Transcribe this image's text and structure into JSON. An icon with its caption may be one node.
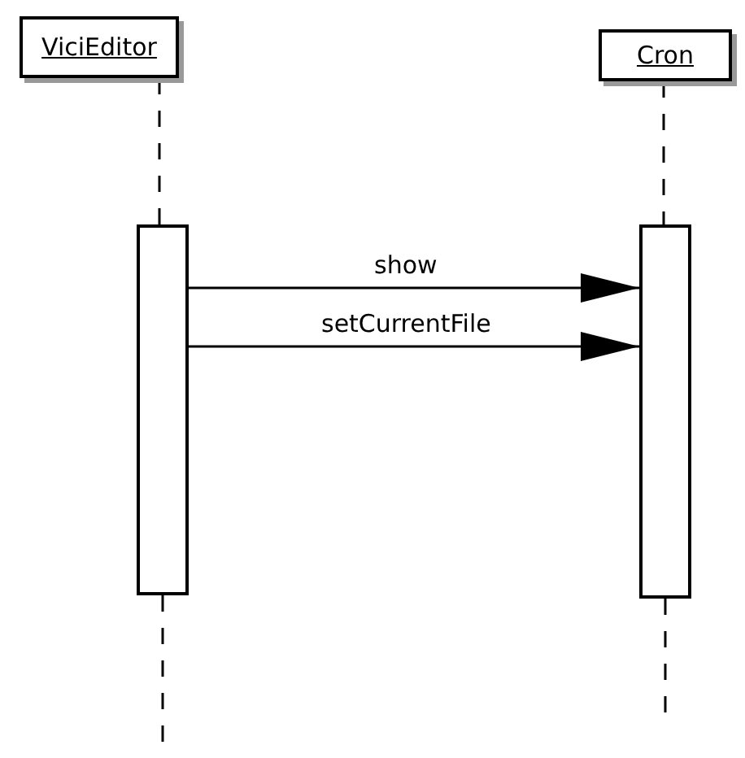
{
  "diagram": {
    "nodes": [
      {
        "text": [
          "ViciEditor"
        ]
      },
      {
        "text": [
          "Cron"
        ]
      },
      {
        "text": [],
        "shape": "bar"
      },
      {
        "text": [],
        "shape": "bar"
      }
    ],
    "edges": [
      {
        "from": 0,
        "to": 2,
        "arrow": "none",
        "style": "dashed"
      },
      {
        "from": 1,
        "to": 3,
        "arrow": "none",
        "style": "dashed"
      },
      {
        "from": 2,
        "to": null,
        "arrow": "none",
        "style": "dashed"
      },
      {
        "from": 3,
        "to": null,
        "arrow": "none",
        "style": "dashed"
      },
      {
        "from": 2,
        "to": 3,
        "arrow": "to",
        "label": "show"
      },
      {
        "from": 2,
        "to": 3,
        "arrow": "to",
        "label": "setCurrentFile"
      }
    ]
  }
}
